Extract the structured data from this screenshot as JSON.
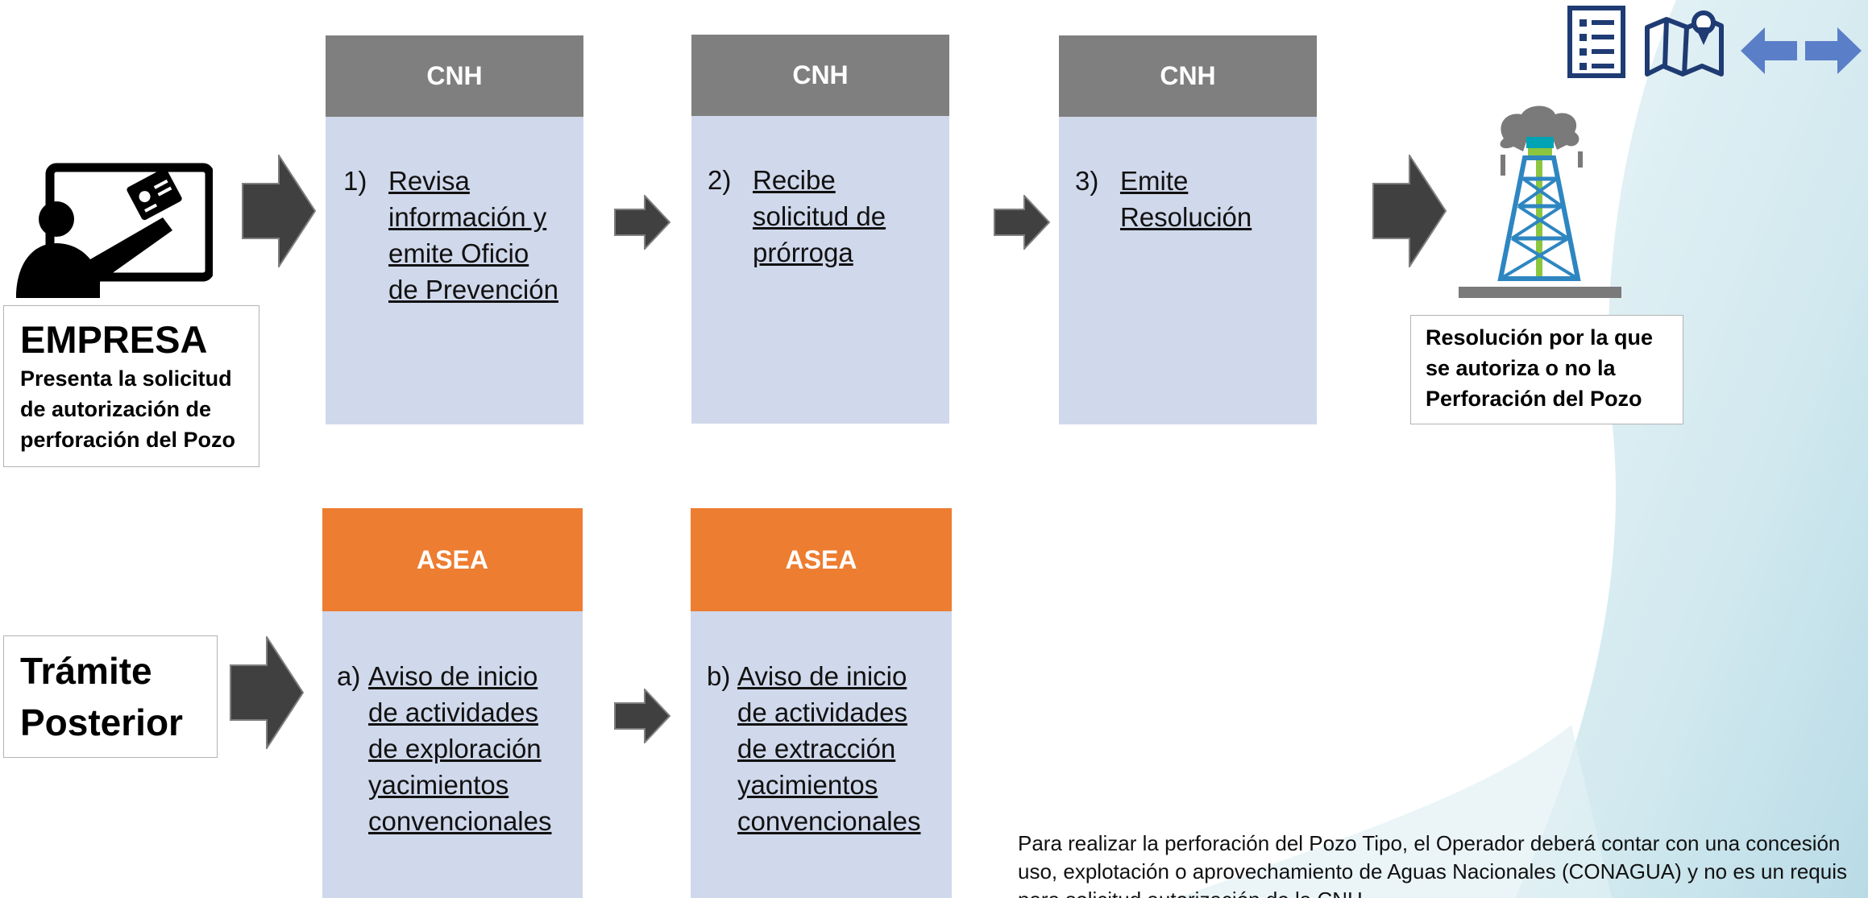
{
  "empresa": {
    "title": "EMPRESA",
    "line1": "Presenta la solicitud",
    "line2": "de autorización de",
    "line3": "perforación del Pozo"
  },
  "tramite": {
    "line1": "Trámite",
    "line2": "Posterior"
  },
  "cnh_steps": [
    {
      "header": "CNH",
      "number": "1)",
      "lines": [
        "Revisa",
        "información y",
        "emite Oficio",
        "de Prevención"
      ]
    },
    {
      "header": "CNH",
      "number": "2)",
      "lines": [
        "Recibe",
        "solicitud de",
        "prórroga"
      ]
    },
    {
      "header": "CNH",
      "number": "3)",
      "lines": [
        "Emite",
        "Resolución"
      ]
    }
  ],
  "asea_steps": [
    {
      "header": "ASEA",
      "number": "a)",
      "lines": [
        "Aviso de inicio",
        "de actividades",
        "de exploración",
        "yacimientos",
        "convencionales"
      ]
    },
    {
      "header": "ASEA",
      "number": "b)",
      "lines": [
        "Aviso de inicio",
        "de actividades",
        "de extracción",
        "yacimientos",
        "convencionales"
      ]
    }
  ],
  "resolution": {
    "line1": "Resolución por la que",
    "line2": "se autoriza o no la",
    "line3": "Perforación del Pozo"
  },
  "footnote": {
    "line1": "Para realizar la perforación del Pozo Tipo, el Operador deberá contar con una concesión",
    "line2": "uso, explotación o aprovechamiento de Aguas Nacionales (CONAGUA) y no es un requis",
    "line3": "para solicitud autorización de la CNH"
  },
  "icons": {
    "nav": [
      "list-icon",
      "map-icon",
      "arrow-left-icon",
      "arrow-right-icon"
    ],
    "presenter": "presenter-icon",
    "oil_rig": "oil-rig-icon"
  },
  "colors": {
    "cnh_header": "#7f7f7f",
    "asea_header": "#ed7d31",
    "box_fill": "#d0d8eb",
    "nav_dark": "#1f3b73",
    "nav_light": "#5b7ec9",
    "arrow": "#404040"
  }
}
